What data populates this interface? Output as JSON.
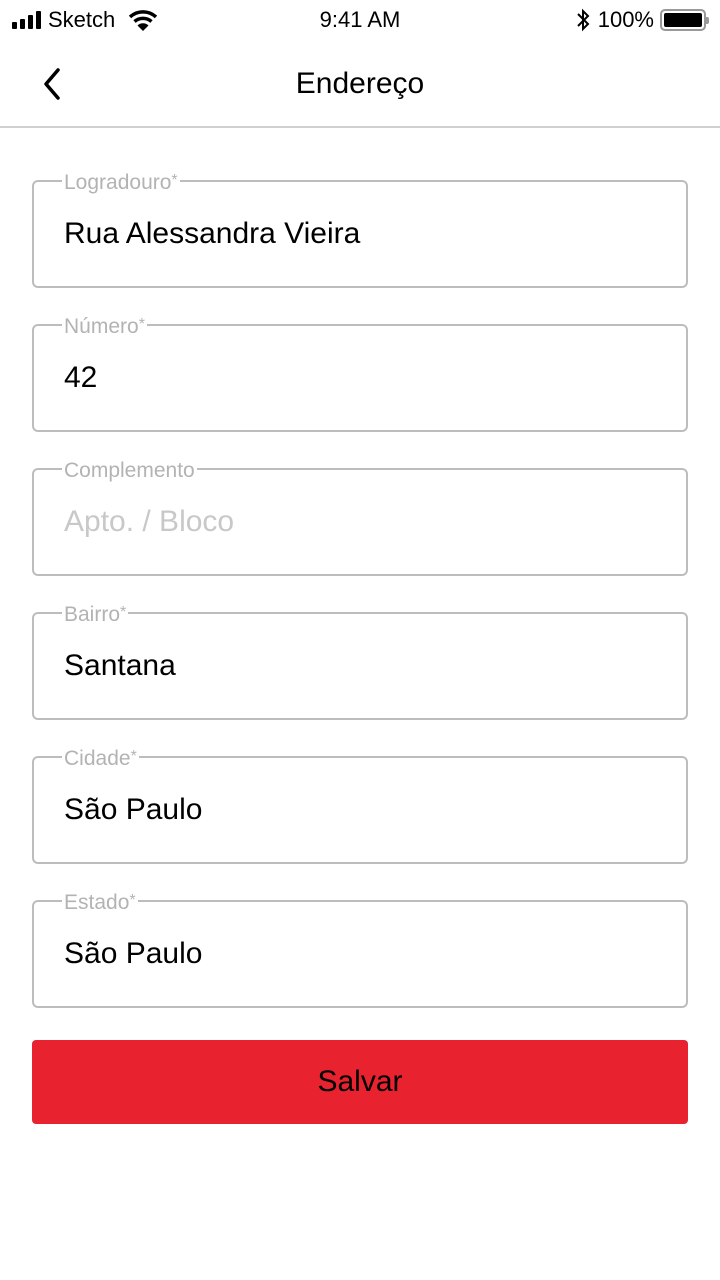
{
  "status_bar": {
    "carrier": "Sketch",
    "time": "9:41 AM",
    "battery_percent": "100%",
    "icons": [
      "signal-icon",
      "wifi-icon",
      "bluetooth-icon",
      "battery-icon"
    ]
  },
  "nav": {
    "title": "Endereço",
    "back_icon": "chevron-left-icon"
  },
  "form": {
    "fields": [
      {
        "label": "Logradouro",
        "required_mark": "*",
        "value": "Rua Alessandra Vieira",
        "placeholder": ""
      },
      {
        "label": "Número",
        "required_mark": "*",
        "value": "42",
        "placeholder": ""
      },
      {
        "label": "Complemento",
        "required_mark": "",
        "value": "",
        "placeholder": "Apto. / Bloco"
      },
      {
        "label": "Bairro",
        "required_mark": "*",
        "value": "Santana",
        "placeholder": ""
      },
      {
        "label": "Cidade",
        "required_mark": "*",
        "value": "São Paulo",
        "placeholder": ""
      },
      {
        "label": "Estado",
        "required_mark": "*",
        "value": "São Paulo",
        "placeholder": ""
      }
    ],
    "save_label": "Salvar"
  },
  "colors": {
    "accent": "#e8222f",
    "field_border": "#bdbdbd",
    "label": "#b3b3b3",
    "placeholder": "#c8c8c8"
  }
}
